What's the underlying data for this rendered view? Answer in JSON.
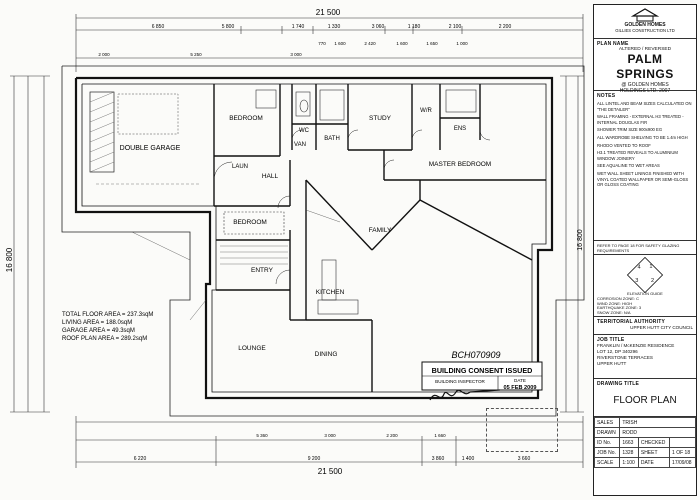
{
  "dimensions": {
    "top_overall": "21 500",
    "top_segments": [
      "6 850",
      "5 800",
      "1 740",
      "1 330",
      "3 060",
      "1 180",
      "2 100",
      "2 200"
    ],
    "top_second": [
      "2 000",
      "5 250",
      "3 000",
      "770",
      "1 600",
      "2 420",
      "1 600",
      "1 650",
      "1 000"
    ],
    "bottom_overall": "21 500",
    "bottom_segments": [
      "6 220",
      "9 200",
      "3 860",
      "1 400",
      "3 660"
    ],
    "bottom_second": [
      "5 360",
      "3 000",
      "2 200",
      "1 660"
    ],
    "left_overall": "16 800",
    "right_overall": "16 800"
  },
  "rooms": {
    "bedroom1": "BEDROOM",
    "wc": "WC",
    "bath": "BATH",
    "study": "STUDY",
    "wir": "W/R",
    "ens": "ENS",
    "van": "VAN",
    "double_garage": "DOUBLE GARAGE",
    "laundry": "LAUN",
    "hall": "HALL",
    "master_bedroom": "MASTER BEDROOM",
    "bedroom2": "BEDROOM",
    "family": "FAMILY",
    "entry": "ENTRY",
    "kitchen": "KITCHEN",
    "lounge": "LOUNGE",
    "dining": "DINING"
  },
  "areas": {
    "total_floor": "TOTAL FLOOR AREA = 237.3sqM",
    "living": "LIVING AREA = 188.0sqM",
    "garage": "GARAGE AREA = 49.3sqM",
    "roof": "ROOF PLAN AREA = 289.2sqM"
  },
  "stamp": {
    "title": "BUILDING CONSENT ISSUED",
    "inspector": "BUILDING INSPECTOR",
    "date_label": "DATE",
    "date": "05 FEB 2009",
    "number": "BCH070909"
  },
  "title_block": {
    "company_name": "GOLDEN HOMES",
    "company_sub": "GILLIES CONSTRUCTION LTD",
    "plan_name_label": "PLAN NAME",
    "plan_sub": "ALTERED / REVERSED",
    "plan_name": "PALM SPRINGS",
    "company_line1": "@ GOLDEN HOMES",
    "company_line2": "HOLDINGS LTD. 2007",
    "notes_label": "NOTES",
    "notes": [
      "ALL LINTEL AND BEAM SIZES CALCULATED ON \"THE DETAILER\"",
      "WALL FRAMING - EXTERNAL H3 TREATED - INTERNAL DOUGLAS FIR",
      "SHOWER TRIM SIZE 900x900 EG",
      "ALL WARDROBE SHELVING TO BE 1.4m HIGH",
      "RHODO VENTED TO ROOF",
      "H3.1 TREATED REVEALS TO ALUMINIUM WINDOW JOINERY",
      "SEE AQUALINE TO WET AREAS",
      "WET WALL SHEET LININGS FINISHED WITH VINYL COATED WALLPAPER OR SEMI-GLOSS OR GLOSS COATING"
    ],
    "safety_glazing": "REFER TO PAGE 18 FOR SAFETY GLAZING REQUIREMENTS",
    "elevation_label": "ELEVATION GUIDE",
    "elevation_numbers": [
      "1",
      "2",
      "3",
      "4"
    ],
    "zones": [
      "CORROSION ZONE: C",
      "WIND ZONE: HIGH",
      "EARTHQUAKE ZONE: 3",
      "SNOW ZONE: N/A"
    ],
    "territorial_label": "TERRITORIAL AUTHORITY",
    "territorial_value": "UPPER HUTT CITY COUNCIL",
    "job_title_label": "JOB TITLE",
    "job_title": [
      "FRANKLIN / McKENZIE RESIDENCE",
      "LOT 12, DP 340296",
      "RIVERSTONE TERRACES",
      "UPPER HUTT"
    ],
    "drawing_title_label": "DRAWING TITLE",
    "drawing_title": "FLOOR PLAN",
    "sales_label": "SALES",
    "sales_value": "TRISH",
    "drawn_label": "DRAWN",
    "drawn_value": "RODD",
    "id_label": "ID No.",
    "id_value": "1663",
    "checked_label": "CHECKED",
    "job_label": "JOB No.",
    "job_value": "1328",
    "sheet_label": "SHEET",
    "sheet_value": "1 OF 18",
    "scale_label": "SCALE",
    "scale_value": "1:100",
    "date_label": "DATE",
    "date_value": "17/09/08"
  },
  "colors": {
    "ink": "#111111",
    "paper": "#fbfbf9",
    "hatch": "#555555"
  }
}
